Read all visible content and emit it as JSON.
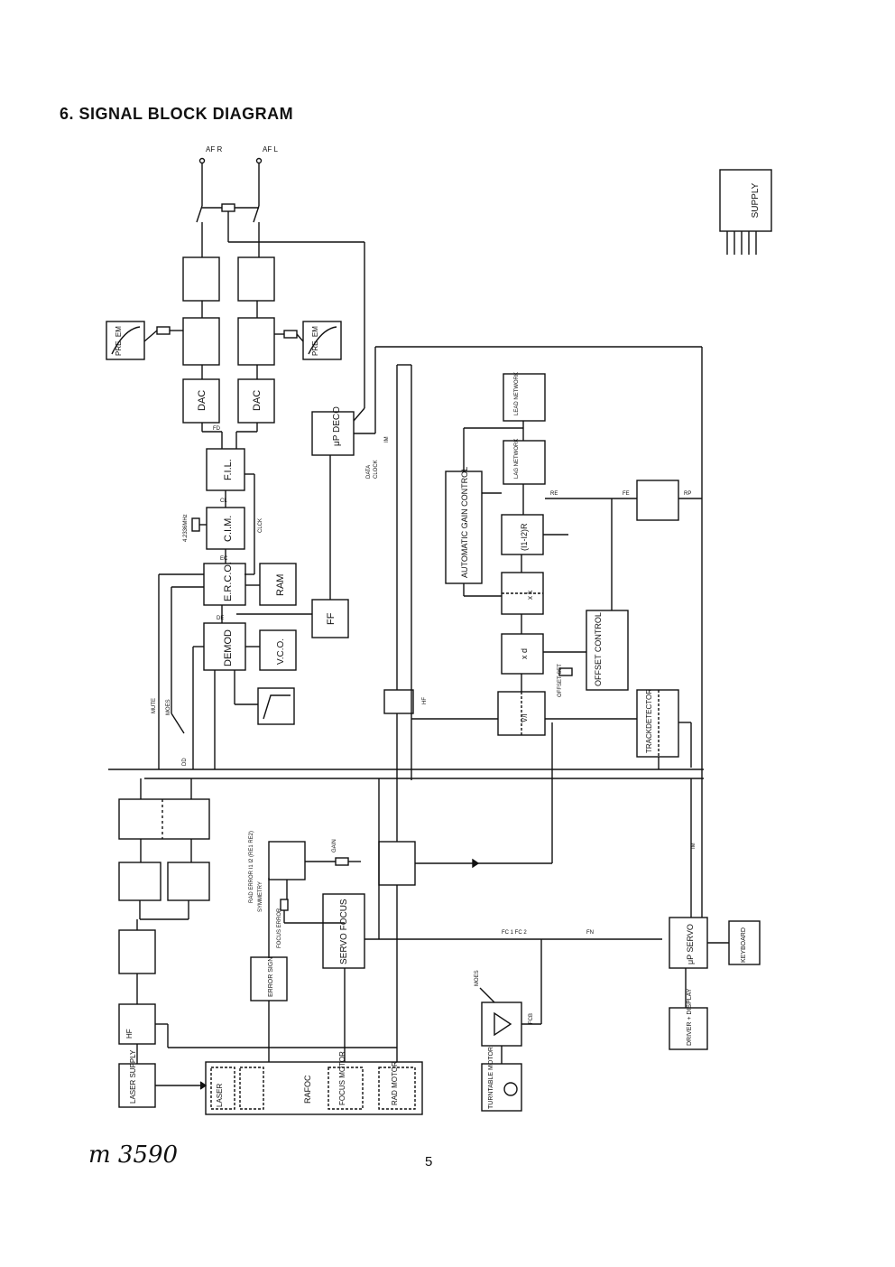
{
  "page": {
    "heading": "6. SIGNAL BLOCK DIAGRAM",
    "page_number": "5",
    "handwritten_note": "m 3590"
  },
  "blocks": {
    "laser_supply": "LASER SUPPLY",
    "hf_amp": "HF",
    "rafoc": "RAFOC",
    "laser": "LASER",
    "focus_motor": "FOCUS MOTOR",
    "rad_motor": "RAD MOTOR",
    "error_sign": "ERROR SIGN",
    "servo_focus": "SERVO FOCUS",
    "turntable_motor": "TURNTABLE MOTOR",
    "driver_display": "DRIVER + DISPLAY",
    "servo_up": "μP SERVO",
    "keyboard": "KEYBOARD",
    "demod": "DEMOD",
    "vco": "V.C.O.",
    "erco": "E.R.C.O.",
    "ram": "RAM",
    "cim": "C.I.M.",
    "fil": "F.I.L.",
    "dac_left": "DAC",
    "dac_right": "DAC",
    "pre_em_left": "PRE. EM",
    "pre_em_right": "PRE. EM",
    "ff": "FF",
    "deco": "μP DECO",
    "agc": "AUTOMATIC GAIN CONTROL",
    "offset_control": "OFFSET CONTROL",
    "trackdetector": "TRACKDETECTOR",
    "supply": "SUPPLY",
    "lead_network": "LEAD NETWORK",
    "lag_network": "LAG NETWORK",
    "gain_11_12": "(I1-I2)R",
    "vi_block": "V/I",
    "xd_block": "x d",
    "xk_block": "x k"
  },
  "signals": {
    "afr": "AF R",
    "afl": "AF L",
    "mute": "MUTE",
    "hf": "HF",
    "data": "DATA",
    "clock": "CLOCK",
    "im": "IM",
    "rad_error": "RAD ERROR I1 I2 (RE1 RE2)",
    "symmetry": "SYMMETRY",
    "focus_error": "FOCUS ERROR",
    "gain": "GAIN",
    "crystal": "4.2336MHz",
    "moes": "MOES",
    "offset_set": "OFFSET SET",
    "re": "RE",
    "rp": "RP",
    "fe": "FE",
    "fcb": "FCB",
    "fc": "FC 1 FC 2",
    "fn": "FN",
    "dd": "DD",
    "lbl_de": "DE",
    "lbl_ec": "EC",
    "lbl_cl": "CL",
    "lbl_fd": "FD",
    "lbl_clck": "CLCK"
  }
}
